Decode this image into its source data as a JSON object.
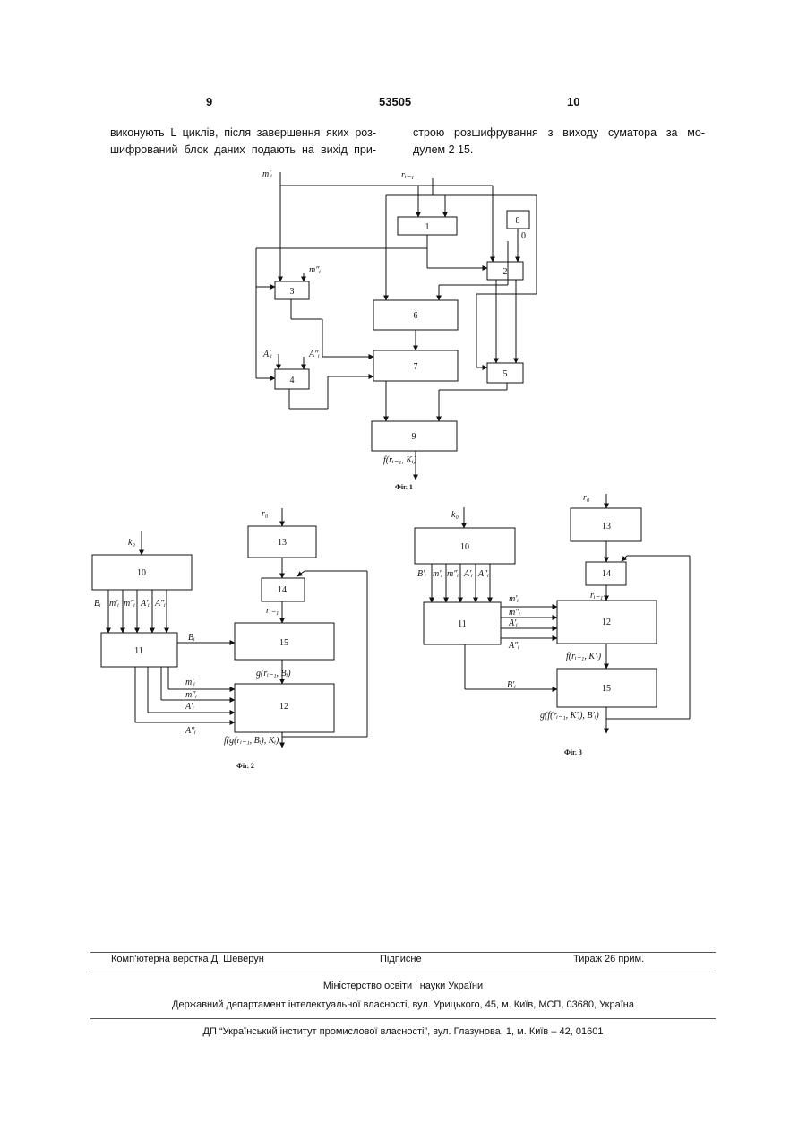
{
  "header": {
    "page_left": "9",
    "patent_no": "53505",
    "page_right": "10"
  },
  "text": {
    "left_lines": [
      "виконують L циклів, після завершення яких роз-",
      "шифрований блок даних подають на вихід при-"
    ],
    "right_lines": [
      "строю розшифрування з виходу суматора за мо-",
      "дулем 2 15."
    ]
  },
  "fig1": {
    "caption": "Фіг. 1",
    "blocks": [
      "1",
      "2",
      "3",
      "4",
      "5",
      "6",
      "7",
      "8",
      "9"
    ],
    "labels": {
      "m1": "m′ᵢ",
      "r": "rᵢ₋₁",
      "m2": "m″ᵢ",
      "a1": "A′ᵢ",
      "a2": "A″ᵢ",
      "zero": "0",
      "out": "f(rᵢ₋₁, Kᵢ)"
    }
  },
  "fig2": {
    "caption": "Фіг. 2",
    "blocks": [
      "10",
      "11",
      "12",
      "13",
      "14",
      "15"
    ],
    "labels": {
      "k0": "k₀",
      "r0": "r₀",
      "b": "Bᵢ",
      "m1": "m′ᵢ",
      "m2": "m″ᵢ",
      "a1": "A′ᵢ",
      "a2": "A″ᵢ",
      "bi": "Bᵢ",
      "r": "rᵢ₋₁",
      "g": "g(rᵢ₋₁, Bᵢ)",
      "m1r": "m′ᵢ",
      "m2r": "m″ᵢ",
      "a1r": "A′ᵢ",
      "a2r": "A″ᵢ",
      "out": "f(g(rᵢ₋₁, Bᵢ), Kᵢ)"
    }
  },
  "fig3": {
    "caption": "Фіг. 3",
    "blocks": [
      "10",
      "11",
      "12",
      "13",
      "14",
      "15"
    ],
    "labels": {
      "k0": "k₀",
      "r0": "r₀",
      "b": "B′ᵢ",
      "m1": "m′ᵢ",
      "m2": "m″ᵢ",
      "a1": "A′ᵢ",
      "a2": "A″ᵢ",
      "r": "rᵢ₋₁",
      "m1r": "m′ᵢ",
      "m2r": "m″ᵢ",
      "a1r": "A′ᵢ",
      "a2r": "A″ᵢ",
      "f": "f(rᵢ₋₁, K′ᵢ)",
      "bi": "B′ᵢ",
      "out": "g(f(rᵢ₋₁, K′ᵢ), B′ᵢ)"
    }
  },
  "footer": {
    "layout": "Комп’ютерна верстка Д. Шеверун",
    "signed": "Підписне",
    "circulation": "Тираж 26 прим.",
    "ministry": "Міністерство освіти і науки України",
    "department": "Державний департамент інтелектуальної власності, вул. Урицького, 45, м. Київ, МСП, 03680, Україна",
    "institute": "ДП “Український інститут промислової власності”, вул. Глазунова, 1, м. Київ – 42, 01601"
  }
}
